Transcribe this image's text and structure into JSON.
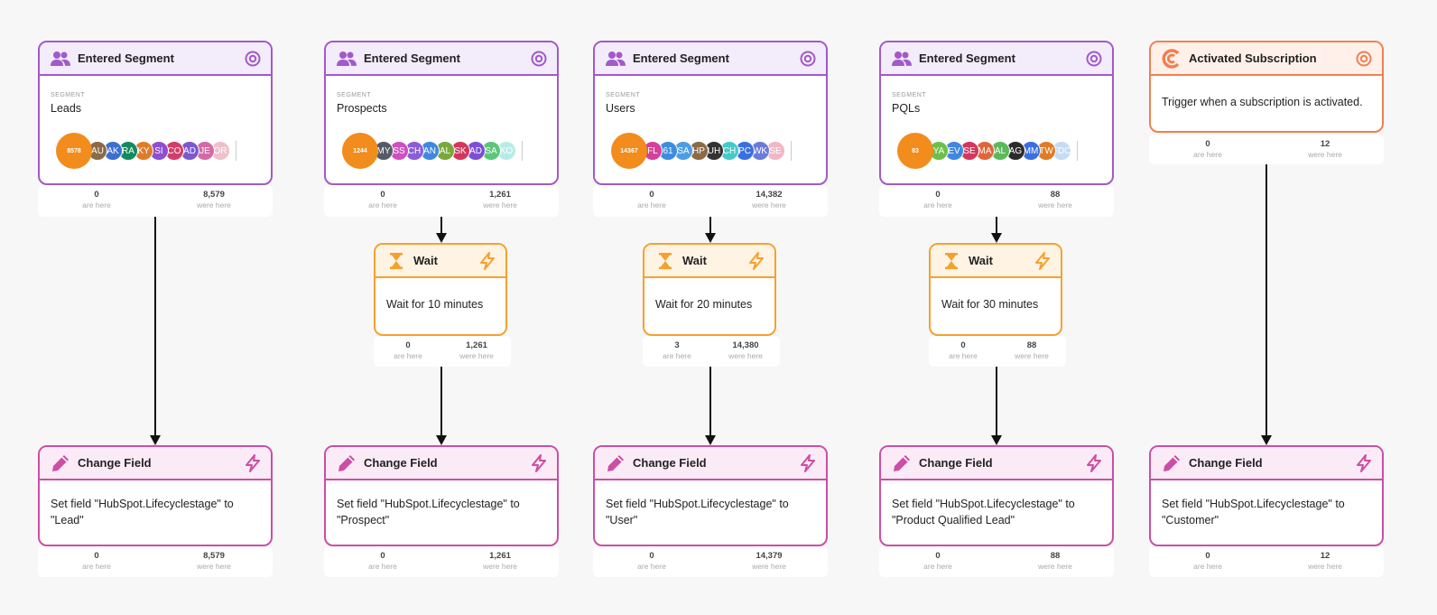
{
  "labels": {
    "segment": "SEGMENT",
    "are_here": "are here",
    "were_here": "were here"
  },
  "colors": {
    "segment": "#a259c9",
    "wait": "#f5a12e",
    "change_field": "#cc4ea5",
    "subscription": "#f08050"
  },
  "flows": [
    {
      "trigger": {
        "kind": "segment",
        "title": "Entered Segment",
        "icon": "users-icon",
        "action_icon": "target-icon",
        "segment": "Leads",
        "count": "8578",
        "avatars": [
          [
            "AU",
            "#8a6b45"
          ],
          [
            "AK",
            "#3c6fd1"
          ],
          [
            "RA",
            "#148a5f"
          ],
          [
            "KY",
            "#e07b28"
          ],
          [
            "SI",
            "#8e4fd0"
          ],
          [
            "CO",
            "#d43c6a"
          ],
          [
            "AD",
            "#7a58d0"
          ],
          [
            "JE",
            "#d36aa4"
          ],
          [
            "OR",
            "#eec0cc"
          ]
        ],
        "stats": {
          "are": "0",
          "were": "8,579"
        }
      },
      "wait": null,
      "action": {
        "title": "Change Field",
        "icon": "pencil-icon",
        "action_icon": "bolt-icon",
        "text": "Set field \"HubSpot.Lifecyclestage\" to \"Lead\"",
        "stats": {
          "are": "0",
          "were": "8,579"
        }
      }
    },
    {
      "trigger": {
        "kind": "segment",
        "title": "Entered Segment",
        "icon": "users-icon",
        "action_icon": "target-icon",
        "segment": "Prospects",
        "count": "1244",
        "avatars": [
          [
            "MY",
            "#555b66"
          ],
          [
            "SS",
            "#cf4fbf"
          ],
          [
            "CH",
            "#8a5dd8"
          ],
          [
            "AN",
            "#3f88e0"
          ],
          [
            "AL",
            "#7aa83a"
          ],
          [
            "SK",
            "#d4365c"
          ],
          [
            "AD",
            "#7b4fd6"
          ],
          [
            "SA",
            "#5bc67a"
          ],
          [
            "KO",
            "#b7ece6"
          ]
        ],
        "stats": {
          "are": "0",
          "were": "1,261"
        }
      },
      "wait": {
        "title": "Wait",
        "icon": "hourglass-icon",
        "action_icon": "bolt-icon",
        "text": "Wait for 10 minutes",
        "stats": {
          "are": "0",
          "were": "1,261"
        }
      },
      "action": {
        "title": "Change Field",
        "icon": "pencil-icon",
        "action_icon": "bolt-icon",
        "text": "Set field \"HubSpot.Lifecyclestage\" to \"Prospect\"",
        "stats": {
          "are": "0",
          "were": "1,261"
        }
      }
    },
    {
      "trigger": {
        "kind": "segment",
        "title": "Entered Segment",
        "icon": "users-icon",
        "action_icon": "target-icon",
        "segment": "Users",
        "count": "14367",
        "avatars": [
          [
            "FL",
            "#d4409a"
          ],
          [
            "61",
            "#3c8de0"
          ],
          [
            "SA",
            "#4c9de4"
          ],
          [
            "HP",
            "#8a6b45"
          ],
          [
            "UH",
            "#333333"
          ],
          [
            "CH",
            "#46c9c9"
          ],
          [
            "PC",
            "#3a6fe0"
          ],
          [
            "WK",
            "#6b7bd8"
          ],
          [
            "SE",
            "#f0b8c4"
          ]
        ],
        "stats": {
          "are": "0",
          "were": "14,382"
        }
      },
      "wait": {
        "title": "Wait",
        "icon": "hourglass-icon",
        "action_icon": "bolt-icon",
        "text": "Wait for 20 minutes",
        "stats": {
          "are": "3",
          "were": "14,380"
        }
      },
      "action": {
        "title": "Change Field",
        "icon": "pencil-icon",
        "action_icon": "bolt-icon",
        "text": "Set field \"HubSpot.Lifecyclestage\" to \"User\"",
        "stats": {
          "are": "0",
          "were": "14,379"
        }
      }
    },
    {
      "trigger": {
        "kind": "segment",
        "title": "Entered Segment",
        "icon": "users-icon",
        "action_icon": "target-icon",
        "segment": "PQLs",
        "count": "83",
        "avatars": [
          [
            "YA",
            "#6cc04a"
          ],
          [
            "EV",
            "#3f88e0"
          ],
          [
            "SE",
            "#d4365c"
          ],
          [
            "MA",
            "#e0653a"
          ],
          [
            "AL",
            "#5bb85b"
          ],
          [
            "AG",
            "#2b2b2b"
          ],
          [
            "MM",
            "#3a6fe0"
          ],
          [
            "TW",
            "#e07b28"
          ],
          [
            "FDC",
            "#c4dcf4"
          ]
        ],
        "stats": {
          "are": "0",
          "were": "88"
        }
      },
      "wait": {
        "title": "Wait",
        "icon": "hourglass-icon",
        "action_icon": "bolt-icon",
        "text": "Wait for 30 minutes",
        "stats": {
          "are": "0",
          "were": "88"
        }
      },
      "action": {
        "title": "Change Field",
        "icon": "pencil-icon",
        "action_icon": "bolt-icon",
        "text": "Set field \"HubSpot.Lifecyclestage\" to \"Product Qualified Lead\"",
        "stats": {
          "are": "0",
          "were": "88"
        }
      }
    },
    {
      "trigger": {
        "kind": "subscription",
        "title": "Activated Subscription",
        "icon": "chargebee-icon",
        "action_icon": "target-icon",
        "text": "Trigger when a subscription is activated.",
        "stats": {
          "are": "0",
          "were": "12"
        }
      },
      "wait": null,
      "action": {
        "title": "Change Field",
        "icon": "pencil-icon",
        "action_icon": "bolt-icon",
        "text": "Set field \"HubSpot.Lifecyclestage\" to \"Customer\"",
        "stats": {
          "are": "0",
          "were": "12"
        }
      }
    }
  ]
}
